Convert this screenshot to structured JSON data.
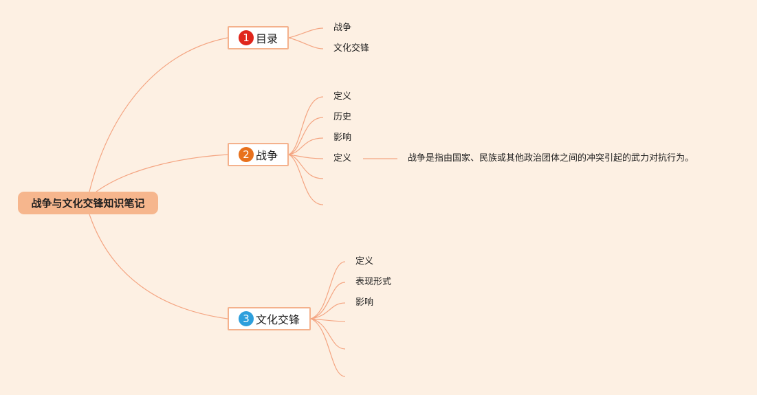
{
  "root": {
    "label": "战争与文化交锋知识笔记"
  },
  "topics": [
    {
      "number": "1",
      "badge_color": "#e0251b",
      "label": "目录",
      "children": [
        "战争",
        "文化交锋"
      ]
    },
    {
      "number": "2",
      "badge_color": "#e8711d",
      "label": "战争",
      "children": [
        "定义",
        "历史",
        "影响",
        "定义"
      ],
      "note": "战争是指由国家、民族或其他政治团体之间的冲突引起的武力对抗行为。"
    },
    {
      "number": "3",
      "badge_color": "#2e9fdc",
      "label": "文化交锋",
      "children": [
        "定义",
        "表现形式",
        "影响"
      ]
    }
  ],
  "colors": {
    "background": "#fdf0e3",
    "connector": "#f4a582",
    "root_fill": "#f6b68d",
    "topic_border": "#f4b18c"
  }
}
